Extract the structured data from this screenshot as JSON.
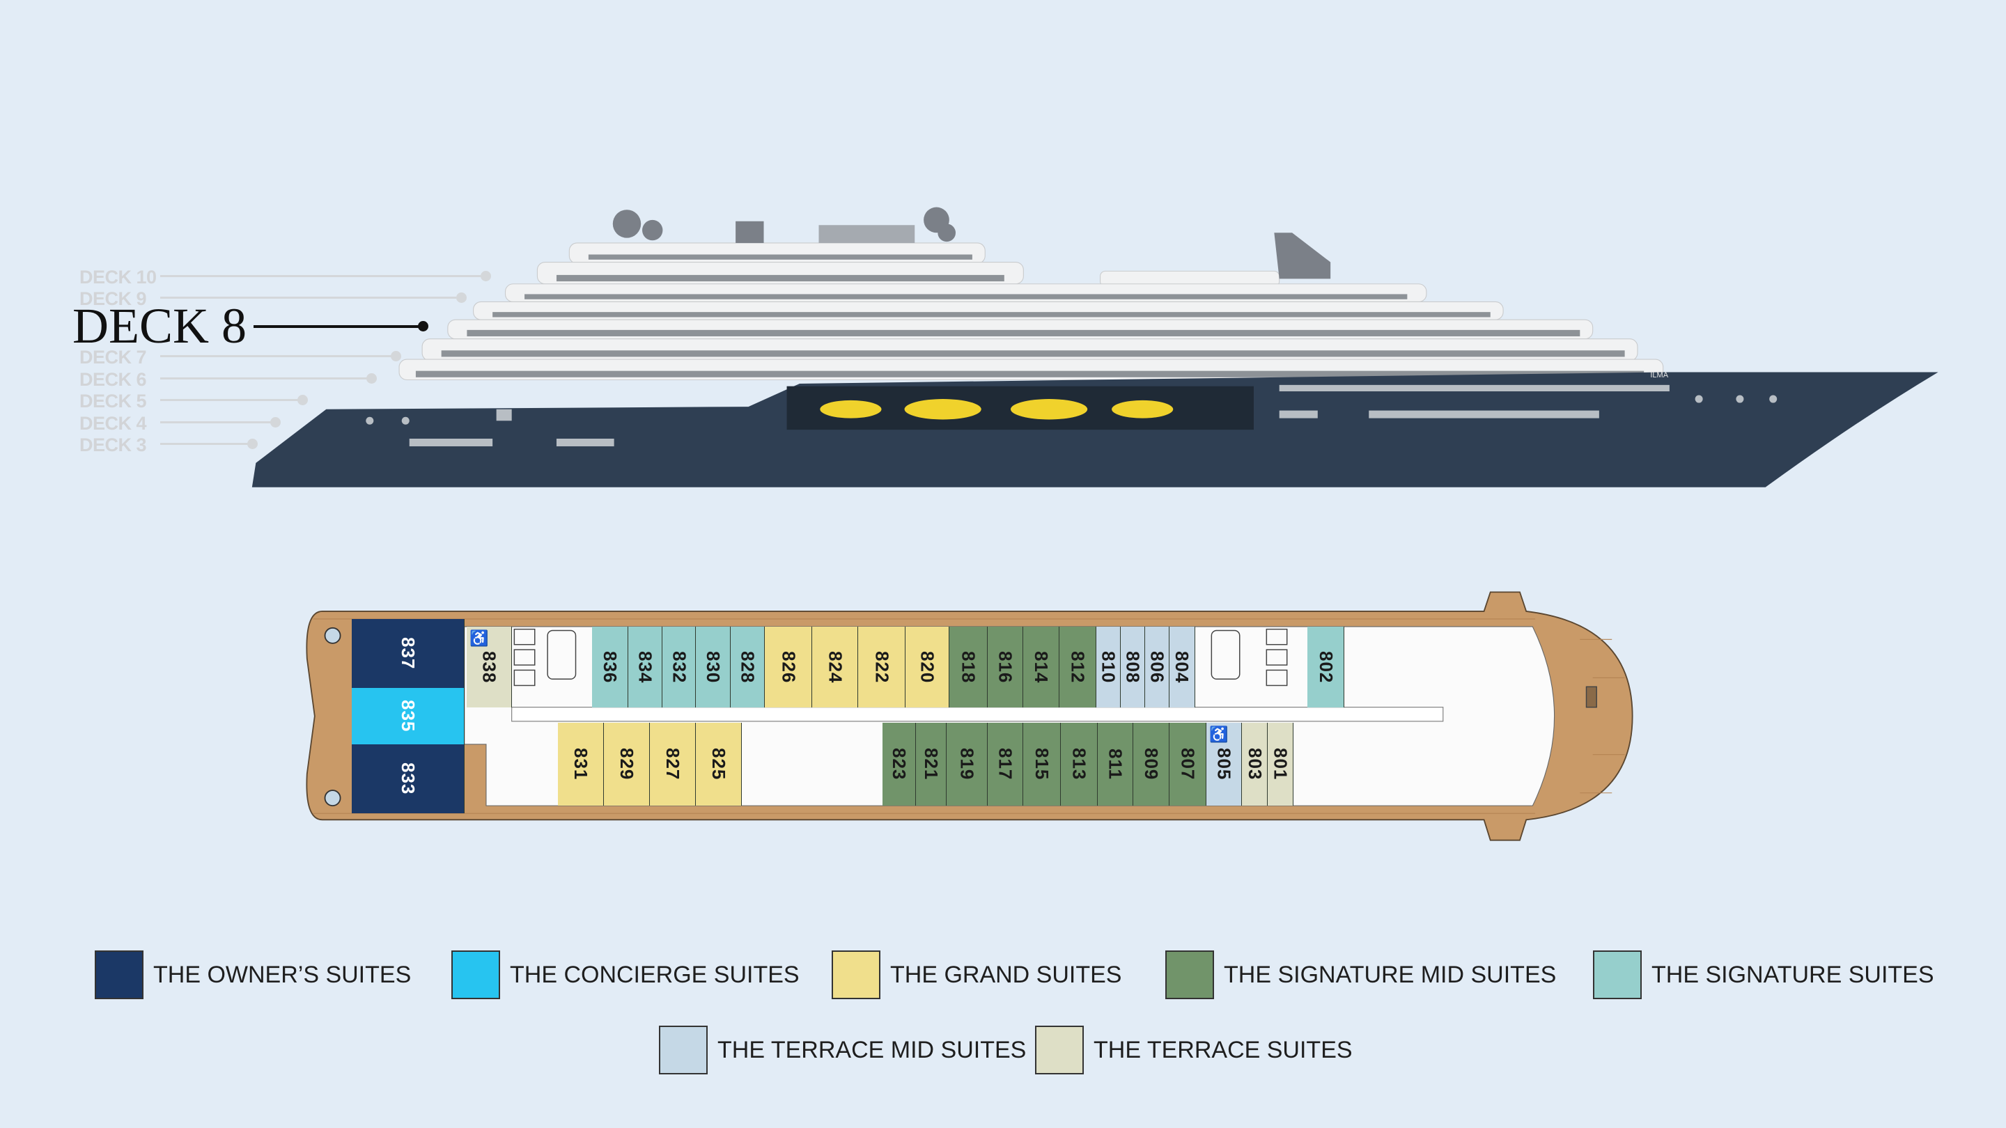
{
  "deck_selector": {
    "current": "DECK 8",
    "others": [
      "DECK 10",
      "DECK 9",
      "DECK 7",
      "DECK 6",
      "DECK 5",
      "DECK 4",
      "DECK 3"
    ]
  },
  "ship": {
    "name": "ILMA"
  },
  "colors": {
    "owners": "#1b3866",
    "concierge": "#27c4f0",
    "grand": "#f0df8c",
    "signature_mid": "#71946a",
    "signature": "#96cfcc",
    "terrace_mid": "#c5d8e6",
    "terrace": "#dedfc6",
    "background": "#e2ecf6",
    "wood": "#c99a68"
  },
  "deck_plan": {
    "owner_suites": [
      {
        "number": "837",
        "category": "owners"
      },
      {
        "number": "835",
        "category": "concierge"
      },
      {
        "number": "833",
        "category": "owners"
      }
    ],
    "top_row": [
      {
        "number": "838",
        "category": "terrace",
        "accessible": true
      },
      {
        "number": "836",
        "category": "signature"
      },
      {
        "number": "834",
        "category": "signature"
      },
      {
        "number": "832",
        "category": "signature"
      },
      {
        "number": "830",
        "category": "signature"
      },
      {
        "number": "828",
        "category": "signature"
      },
      {
        "number": "826",
        "category": "grand"
      },
      {
        "number": "824",
        "category": "grand"
      },
      {
        "number": "822",
        "category": "grand"
      },
      {
        "number": "820",
        "category": "grand"
      },
      {
        "number": "818",
        "category": "signature_mid"
      },
      {
        "number": "816",
        "category": "signature_mid"
      },
      {
        "number": "814",
        "category": "signature_mid"
      },
      {
        "number": "812",
        "category": "signature_mid"
      },
      {
        "number": "810",
        "category": "terrace_mid"
      },
      {
        "number": "808",
        "category": "terrace_mid"
      },
      {
        "number": "806",
        "category": "terrace_mid"
      },
      {
        "number": "804",
        "category": "terrace_mid"
      },
      {
        "number": "802",
        "category": "signature"
      }
    ],
    "bottom_row": [
      {
        "number": "831",
        "category": "grand"
      },
      {
        "number": "829",
        "category": "grand"
      },
      {
        "number": "827",
        "category": "grand"
      },
      {
        "number": "825",
        "category": "grand"
      },
      {
        "number": "823",
        "category": "signature_mid"
      },
      {
        "number": "821",
        "category": "signature_mid"
      },
      {
        "number": "819",
        "category": "signature_mid"
      },
      {
        "number": "817",
        "category": "signature_mid"
      },
      {
        "number": "815",
        "category": "signature_mid"
      },
      {
        "number": "813",
        "category": "signature_mid"
      },
      {
        "number": "811",
        "category": "signature_mid"
      },
      {
        "number": "809",
        "category": "signature_mid"
      },
      {
        "number": "807",
        "category": "signature_mid"
      },
      {
        "number": "805",
        "category": "terrace_mid",
        "accessible": true
      },
      {
        "number": "803",
        "category": "terrace"
      },
      {
        "number": "801",
        "category": "terrace"
      }
    ]
  },
  "legend": [
    {
      "label": "THE OWNER’S SUITES",
      "category": "owners"
    },
    {
      "label": "THE CONCIERGE SUITES",
      "category": "concierge"
    },
    {
      "label": "THE GRAND SUITES",
      "category": "grand"
    },
    {
      "label": "THE SIGNATURE MID SUITES",
      "category": "signature_mid"
    },
    {
      "label": "THE SIGNATURE SUITES",
      "category": "signature"
    },
    {
      "label": "THE TERRACE MID SUITES",
      "category": "terrace_mid"
    },
    {
      "label": "THE TERRACE SUITES",
      "category": "terrace"
    }
  ]
}
